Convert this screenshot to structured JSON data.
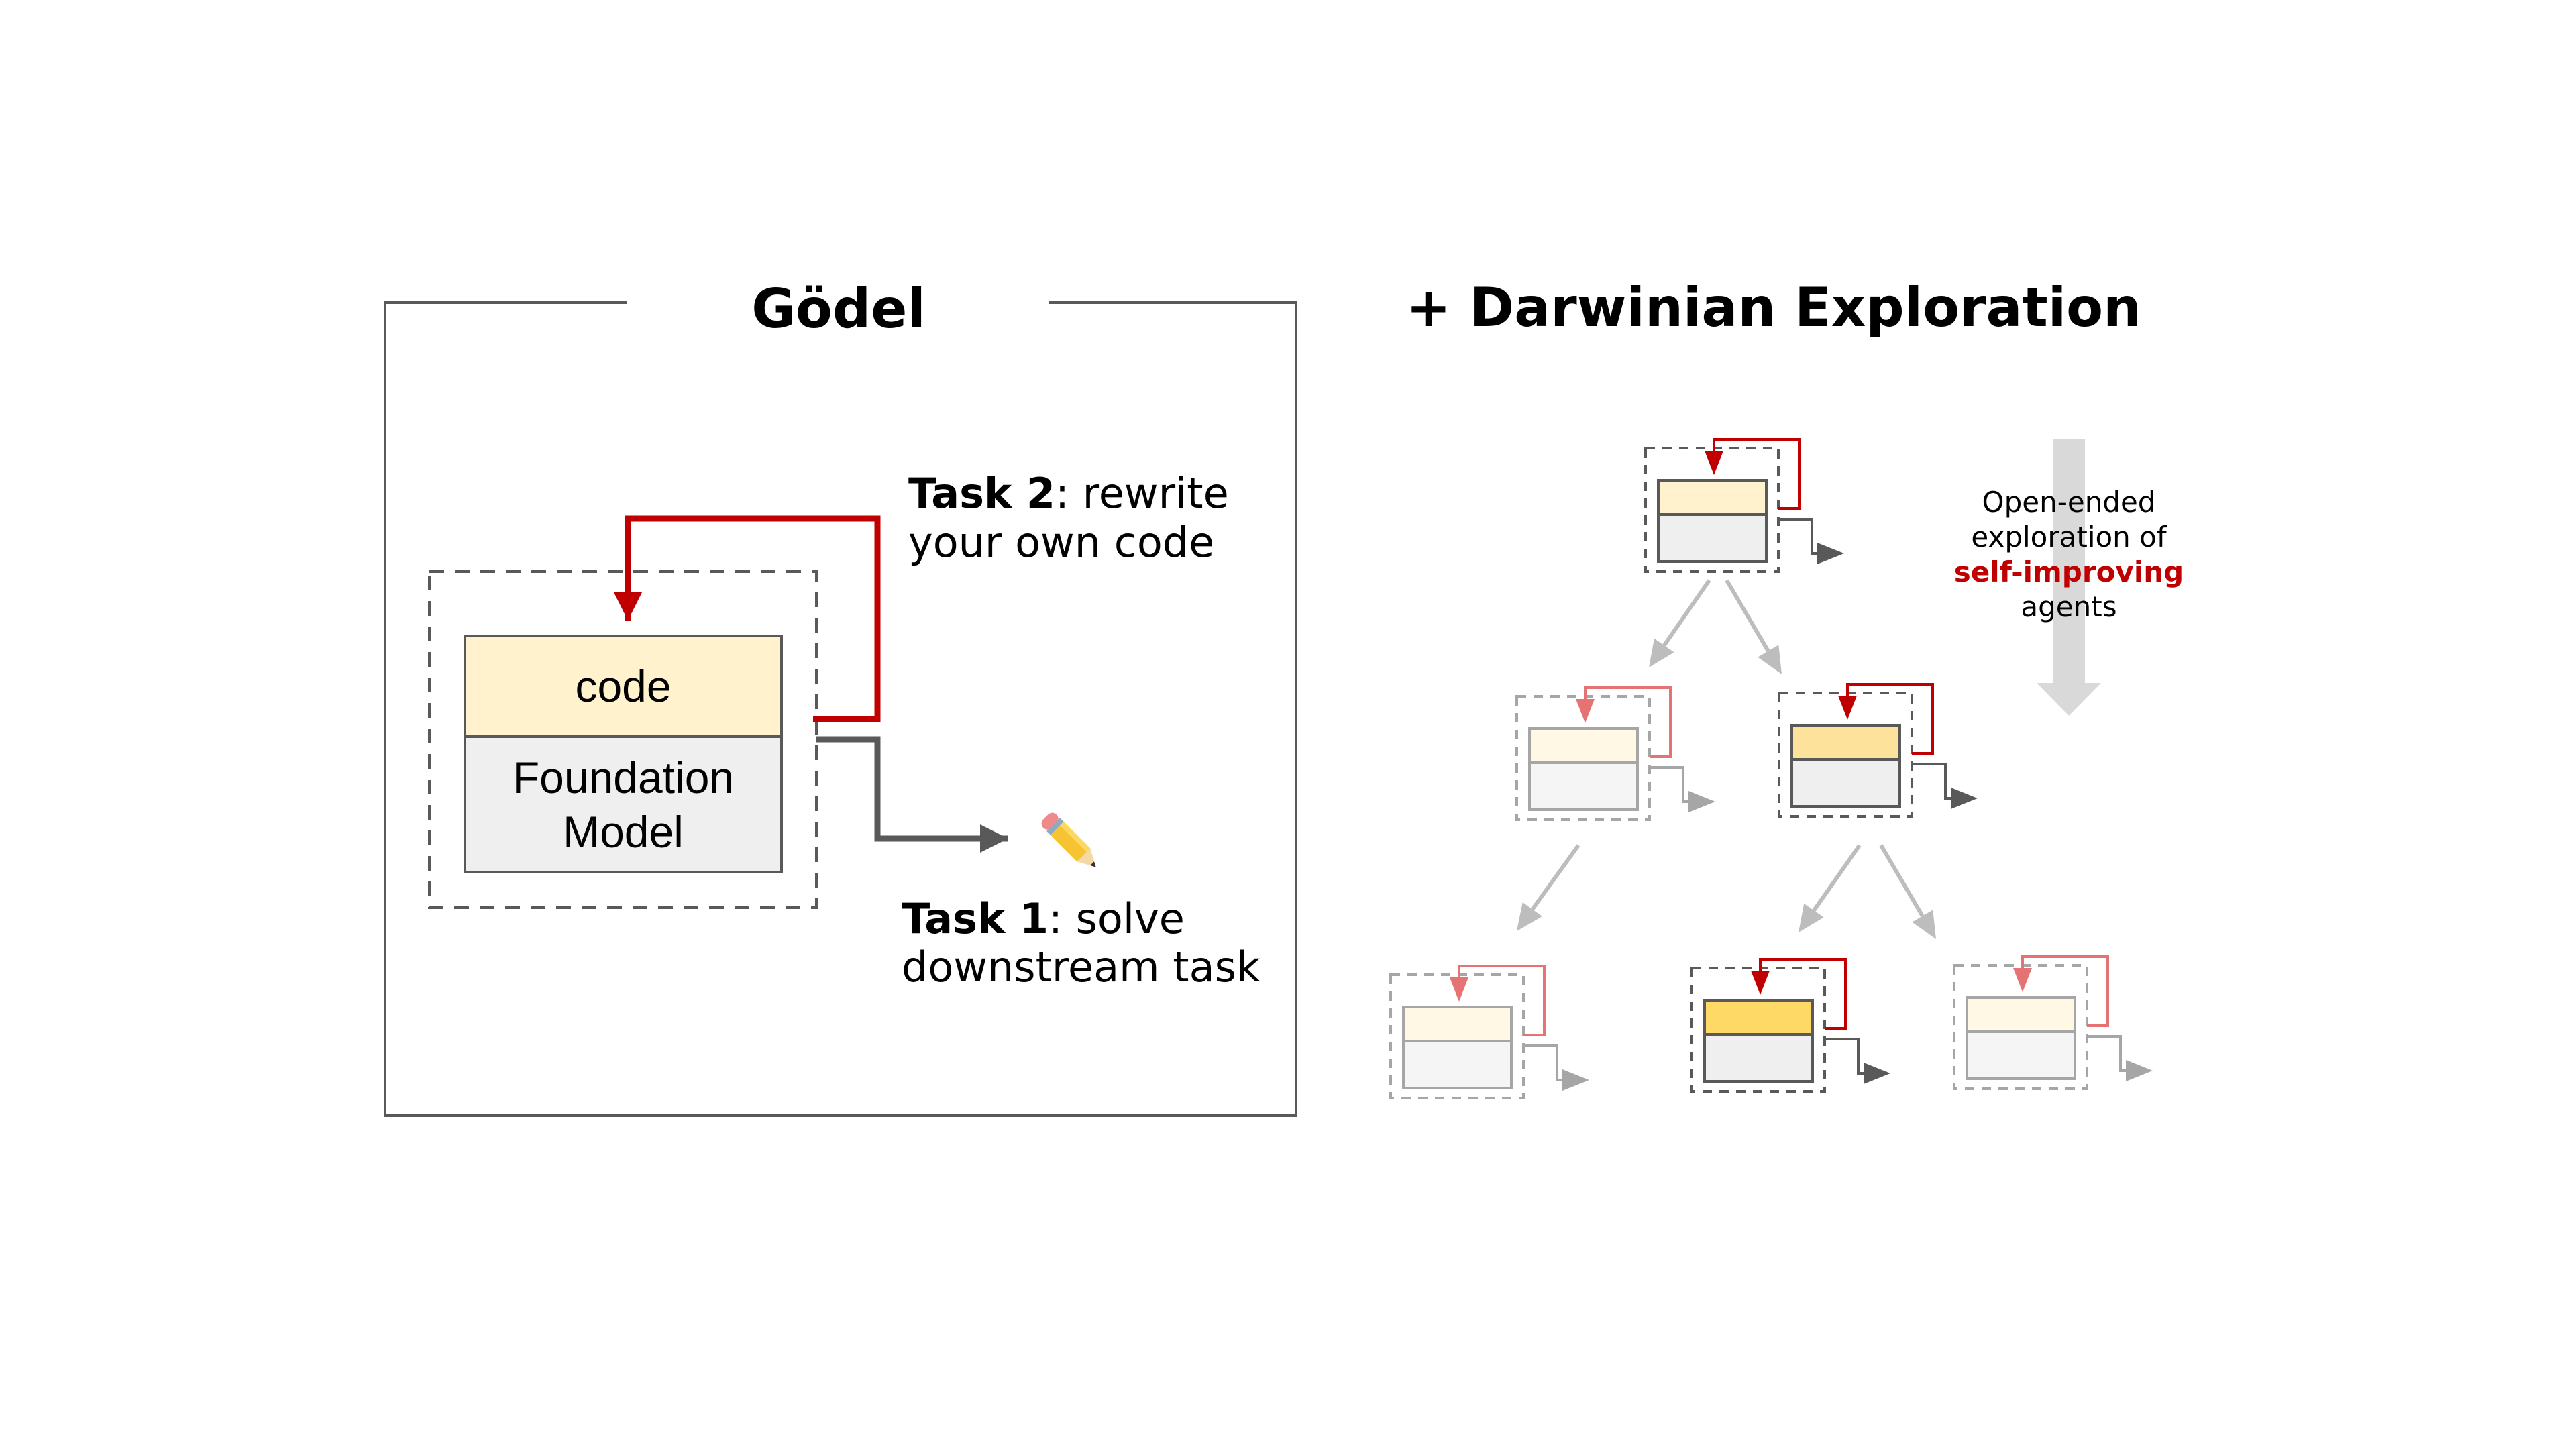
{
  "left_panel": {
    "title": "Gödel",
    "agent": {
      "code_label": "code",
      "model_label_line1": "Foundation",
      "model_label_line2": "Model"
    },
    "task2": {
      "bold": "Task 2",
      "rest_line1": ": rewrite",
      "line2": "your own code"
    },
    "task1": {
      "bold": "Task 1",
      "rest_line1": ": solve",
      "line2": "downstream task"
    },
    "output_icon": "pencil-icon"
  },
  "right_panel": {
    "title": "+ Darwinian Exploration",
    "side_note": {
      "line1": "Open-ended",
      "line2": "exploration of",
      "line3_highlight": "self-improving",
      "line4": "agents"
    },
    "tree": {
      "nodes": [
        {
          "id": "root",
          "level": 0,
          "state": "normal"
        },
        {
          "id": "child-left",
          "level": 1,
          "state": "faded"
        },
        {
          "id": "child-right",
          "level": 1,
          "state": "improved"
        },
        {
          "id": "grandchild-left",
          "level": 2,
          "state": "faded"
        },
        {
          "id": "grandchild-middle",
          "level": 2,
          "state": "best"
        },
        {
          "id": "grandchild-right",
          "level": 2,
          "state": "faded"
        }
      ],
      "edges": [
        {
          "from": "root",
          "to": "child-left"
        },
        {
          "from": "root",
          "to": "child-right"
        },
        {
          "from": "child-left",
          "to": "grandchild-left"
        },
        {
          "from": "child-right",
          "to": "grandchild-middle"
        },
        {
          "from": "child-right",
          "to": "grandchild-right"
        }
      ]
    }
  },
  "colors": {
    "accent_red": "#C00000",
    "faded_red": "#E57373",
    "code_fill": "#FFF2CC",
    "code_fill_improved": "#FCE29A",
    "code_fill_best": "#FFD966",
    "code_fill_faded": "#FFF8E5",
    "model_fill": "#EFEFEF",
    "model_fill_faded": "#F5F5F5",
    "stroke_dark": "#595959",
    "stroke_faded": "#A6A6A6",
    "tree_arrow": "#BDBDBD",
    "exploration_arrow": "#D9D9D9"
  }
}
